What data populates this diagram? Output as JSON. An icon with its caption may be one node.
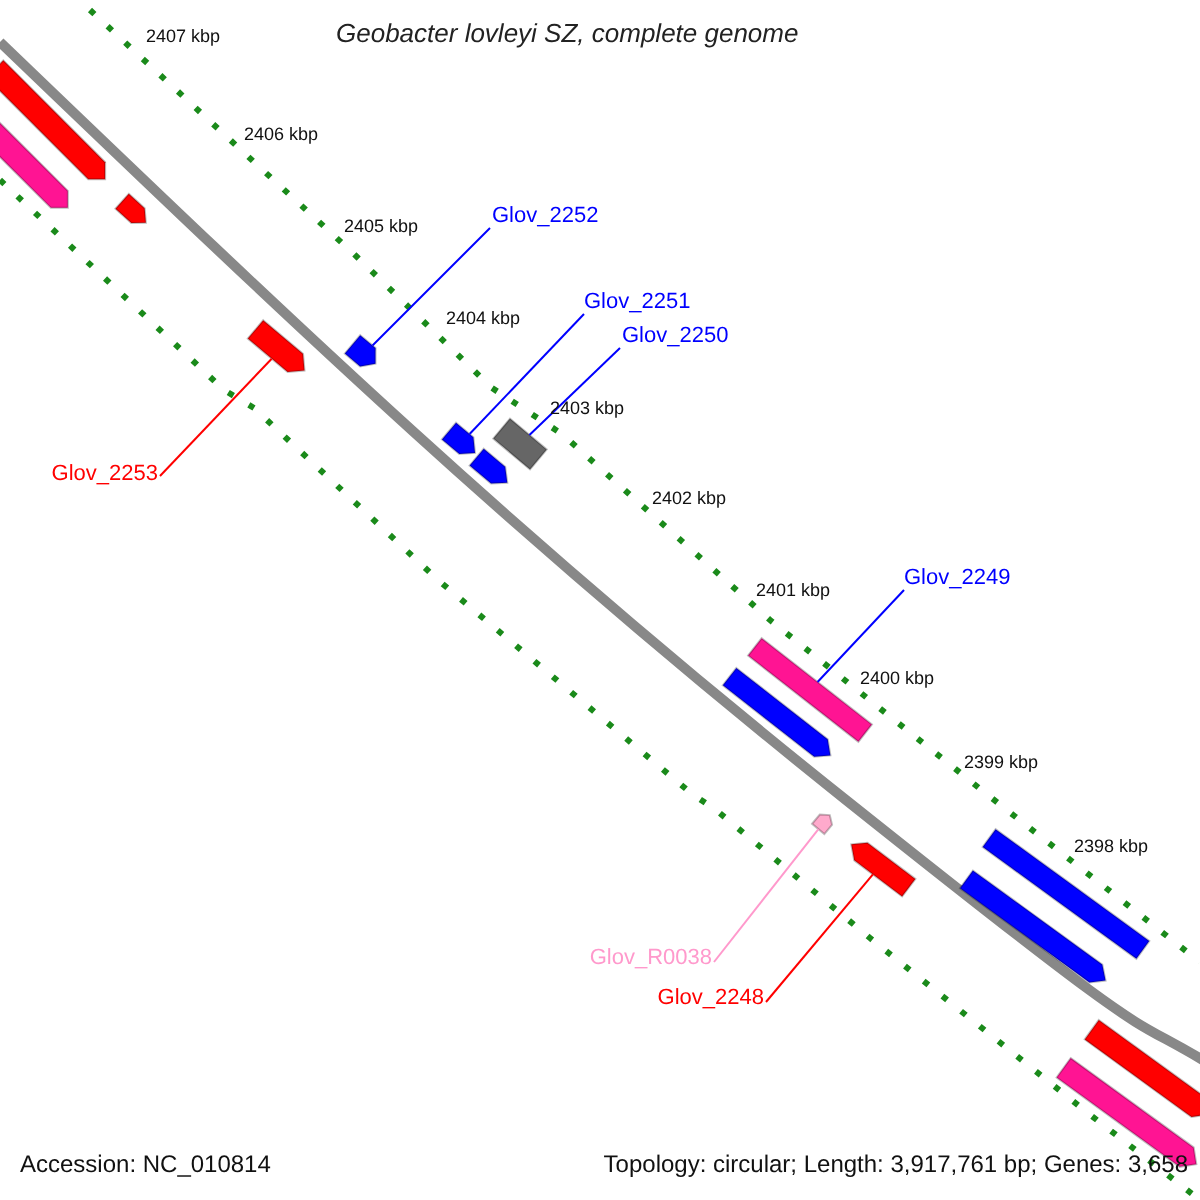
{
  "diagram": {
    "title": "Geobacter lovleyi SZ, complete genome",
    "nodes": [
      {
        "text": [
          "Glov_2252"
        ]
      },
      {
        "text": [
          "Glov_2251"
        ]
      },
      {
        "text": [
          "Glov_2250"
        ]
      },
      {
        "text": [
          "Glov_2253"
        ]
      },
      {
        "text": [
          "Glov_2249"
        ]
      },
      {
        "text": [
          "Glov_R0038"
        ]
      },
      {
        "text": [
          "Glov_2248"
        ]
      },
      {
        "text": [],
        "shape": "arrow"
      },
      {
        "text": [],
        "shape": "arrow"
      },
      {
        "text": [],
        "shape": "arrow"
      },
      {
        "text": [],
        "shape": "arrow"
      },
      {
        "text": [],
        "shape": "arrow"
      },
      {
        "text": [],
        "shape": "arrow"
      },
      {
        "text": [],
        "shape": "box"
      },
      {
        "text": [],
        "shape": "arrow"
      },
      {
        "text": [],
        "shape": "box"
      },
      {
        "text": [],
        "shape": "arrow"
      },
      {
        "text": [],
        "shape": "arrow"
      },
      {
        "text": [],
        "shape": "arrow"
      },
      {
        "text": [],
        "shape": "box"
      },
      {
        "text": [],
        "shape": "arrow"
      },
      {
        "text": [],
        "shape": "arrow"
      },
      {
        "text": [],
        "shape": "arrow"
      }
    ],
    "edges": [
      {
        "from": 0,
        "to": 11,
        "arrow": "none"
      },
      {
        "from": 1,
        "to": 12,
        "arrow": "none"
      },
      {
        "from": 2,
        "to": 13,
        "arrow": "none"
      },
      {
        "from": 3,
        "to": 10,
        "arrow": "none",
        "color": "#ff0000"
      },
      {
        "from": 4,
        "to": 15,
        "arrow": "none"
      },
      {
        "from": 5,
        "to": 17,
        "arrow": "none",
        "color": "#ff99cc"
      },
      {
        "from": 6,
        "to": 18,
        "arrow": "none",
        "color": "#ff0000"
      }
    ],
    "labels": [
      "2407 kbp",
      "2406 kbp",
      "2405 kbp",
      "2404 kbp",
      "2403 kbp",
      "2402 kbp",
      "2401 kbp",
      "2400 kbp",
      "2399 kbp",
      "2398 kbp",
      "Accession: NC_010814",
      "Topology: circular; Length: 3,917,761 bp; Genes: 3,658"
    ]
  }
}
